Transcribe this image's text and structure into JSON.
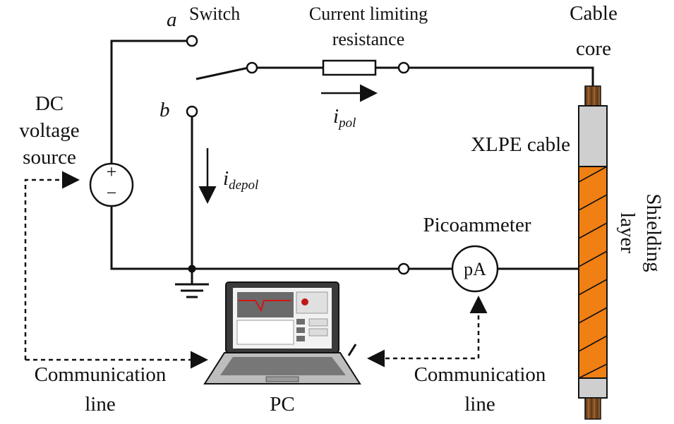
{
  "labels": {
    "switch": "Switch",
    "a": "a",
    "b": "b",
    "current_limiting_1": "Current limiting",
    "current_limiting_2": "resistance",
    "cable_core_1": "Cable",
    "cable_core_2": "core",
    "dc_1": "DC",
    "dc_2": "voltage",
    "dc_3": "source",
    "plus": "+",
    "minus": "−",
    "i_pol_main": "i",
    "i_pol_sub": "pol",
    "i_depol_main": "i",
    "i_depol_sub": "depol",
    "xlpe_cable": "XLPE cable",
    "shielding_1": "Shielding",
    "shielding_2": "layer",
    "picoammeter": "Picoammeter",
    "pa": "pA",
    "comm_left_1": "Communication",
    "comm_left_2": "line",
    "comm_right_1": "Communication",
    "comm_right_2": "line",
    "pc": "PC"
  },
  "colors": {
    "wire": "#111111",
    "cable_core": "#7a4a22",
    "cable_sheath": "#cfcfcf",
    "shield": "#f07f14",
    "screen_plot": "#d21414"
  }
}
